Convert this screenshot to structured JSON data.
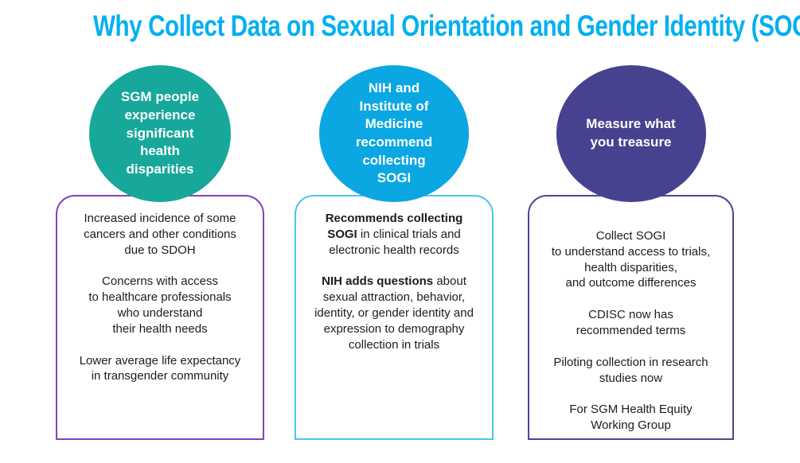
{
  "title": "Why Collect Data on Sexual Orientation and Gender Identity (SOGI)?",
  "colors": {
    "title": "#00b0f0",
    "body_text": "#1c1c1c"
  },
  "columns": [
    {
      "id": "disparities",
      "circle_color": "#18a79b",
      "border_color": "#8640bf",
      "circle_lines": [
        "SGM people",
        "experience",
        "significant",
        "health",
        "disparities"
      ],
      "paragraphs": [
        [
          {
            "text": "Increased incidence of some\ncancers and other conditions\ndue to SDOH",
            "bold": false
          }
        ],
        [
          {
            "text": "Concerns with access\nto healthcare professionals\nwho understand\ntheir health needs",
            "bold": false
          }
        ],
        [
          {
            "text": "Lower average life expectancy\nin transgender community",
            "bold": false
          }
        ]
      ]
    },
    {
      "id": "recommendations",
      "circle_color": "#0ba7e2",
      "border_color": "#4ec3ee",
      "circle_lines": [
        "NIH and",
        "Institute of",
        "Medicine",
        "recommend",
        "collecting",
        "SOGI"
      ],
      "paragraphs": [
        [
          {
            "text": "Recommends collecting\nSOGI",
            "bold": true
          },
          {
            "text": " in clinical trials and\nelectronic health records",
            "bold": false
          }
        ],
        [
          {
            "text": "NIH adds questions",
            "bold": true
          },
          {
            "text": " about\nsexual attraction, behavior,\nidentity, or gender identity and\nexpression to demography\ncollection in trials",
            "bold": false
          }
        ]
      ]
    },
    {
      "id": "measure",
      "circle_color": "#464290",
      "border_color": "#4a4695",
      "circle_lines": [
        "Measure what",
        "you treasure"
      ],
      "paragraphs": [
        [
          {
            "text": "Collect SOGI\nto understand access to trials,\nhealth disparities,\nand outcome differences",
            "bold": false
          }
        ],
        [
          {
            "text": "CDISC now has\nrecommended terms",
            "bold": false
          }
        ],
        [
          {
            "text": "Piloting collection in research\nstudies now",
            "bold": false
          }
        ],
        [
          {
            "text": "For SGM Health Equity\nWorking Group",
            "bold": false
          }
        ]
      ]
    }
  ]
}
